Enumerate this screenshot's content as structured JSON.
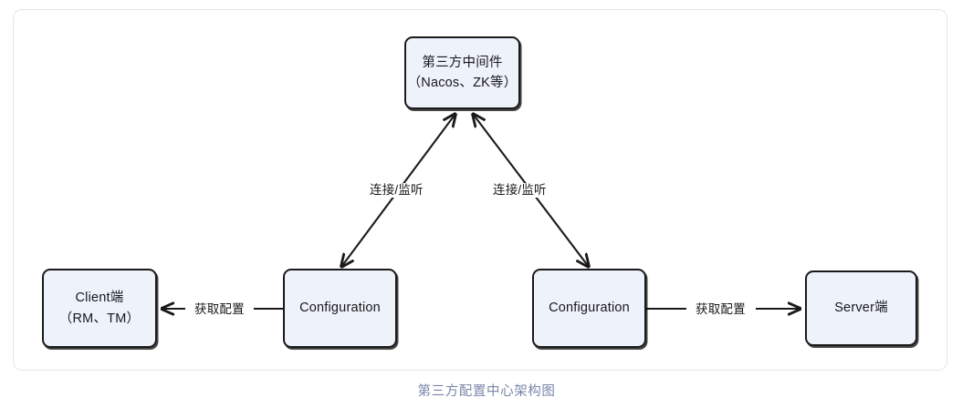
{
  "figure": {
    "caption": "第三方配置中心架构图",
    "caption_color": "#7a86a8",
    "card_border_color": "#e6e6e6",
    "node_fill_color": "#eef2fb",
    "node_border_color": "#1a1a1a",
    "edge_color": "#1a1a1a"
  },
  "nodes": {
    "middleware": {
      "line1": "第三方中间件",
      "line2": "（Nacos、ZK等）"
    },
    "client": {
      "line1": "Client端",
      "line2": "（RM、TM）"
    },
    "config_left": {
      "line1": "Configuration"
    },
    "config_right": {
      "line1": "Configuration"
    },
    "server": {
      "line1": "Server端"
    }
  },
  "edges": {
    "connect_left": {
      "label": "连接/监听",
      "from": "config_left",
      "to": "middleware",
      "direction": "bidirectional"
    },
    "connect_right": {
      "label": "连接/监听",
      "from": "config_right",
      "to": "middleware",
      "direction": "bidirectional"
    },
    "fetch_left": {
      "label": "获取配置",
      "from": "config_left",
      "to": "client",
      "direction": "left"
    },
    "fetch_right": {
      "label": "获取配置",
      "from": "config_right",
      "to": "server",
      "direction": "right"
    }
  }
}
